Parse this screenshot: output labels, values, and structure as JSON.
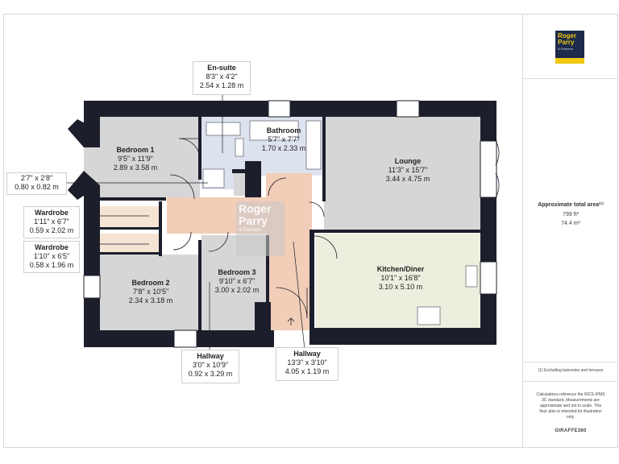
{
  "brand": {
    "line1": "Roger",
    "line2": "Parry",
    "line3": "& Partners"
  },
  "watermark": {
    "line1": "Roger",
    "line2": "Parry",
    "line3": "& Partners"
  },
  "area": {
    "title": "Approximate total area⁽¹⁾",
    "sqft": "799 ft²",
    "sqm": "74.4 m²"
  },
  "footnote": "(1) Excluding balconies and terraces",
  "disclaimer": [
    "Calculations reference the RICS IPMS",
    "3C standard. Measurements are",
    "approximate and not to scale. This",
    "floor plan is intended for illustration",
    "only."
  ],
  "giraffe": "GIRAFFE360",
  "colors": {
    "wall": "#1c1f2b",
    "room": "#d6d6d6",
    "hall": "#f2cdb8",
    "wardrobe": "#f5e4d4",
    "bath": "#dde2ef",
    "kitchen": "#eeeedf"
  },
  "rooms": {
    "ensuite": {
      "name": "En-suite",
      "imperial": "8'3\" x 4'2\"",
      "metric": "2.54 x 1.28 m"
    },
    "bathroom": {
      "name": "Bathroom",
      "imperial": "5'7\" x 7'7\"",
      "metric": "1.70 x 2.33 m"
    },
    "bedroom1": {
      "name": "Bedroom 1",
      "imperial": "9'5\" x 11'9\"",
      "metric": "2.89 x 3.58 m"
    },
    "lounge": {
      "name": "Lounge",
      "imperial": "11'3\" x 15'7\"",
      "metric": "3.44 x 4.75 m"
    },
    "cupboard": {
      "imperial": "2'7\" x 2'8\"",
      "metric": "0.80 x 0.82 m"
    },
    "wardrobe1": {
      "name": "Wardrobe",
      "imperial": "1'11\" x 6'7\"",
      "metric": "0.59 x 2.02 m"
    },
    "wardrobe2": {
      "name": "Wardrobe",
      "imperial": "1'10\" x 6'5\"",
      "metric": "0.58 x 1.96 m"
    },
    "kitchen": {
      "name": "Kitchen/Diner",
      "imperial": "10'1\" x 16'8\"",
      "metric": "3.10 x 5.10 m"
    },
    "bedroom2": {
      "name": "Bedroom 2",
      "imperial": "7'8\" x 10'5\"",
      "metric": "2.34 x 3.18 m"
    },
    "bedroom3": {
      "name": "Bedroom 3",
      "imperial": "9'10\" x 6'7\"",
      "metric": "3.00 x 2.02 m"
    },
    "hallway1": {
      "name": "Hallway",
      "imperial": "3'0\" x 10'9\"",
      "metric": "0.92 x 3.29 m"
    },
    "hallway2": {
      "name": "Hallway",
      "imperial": "13'3\" x 3'10\"",
      "metric": "4.05 x 1.19 m"
    }
  }
}
